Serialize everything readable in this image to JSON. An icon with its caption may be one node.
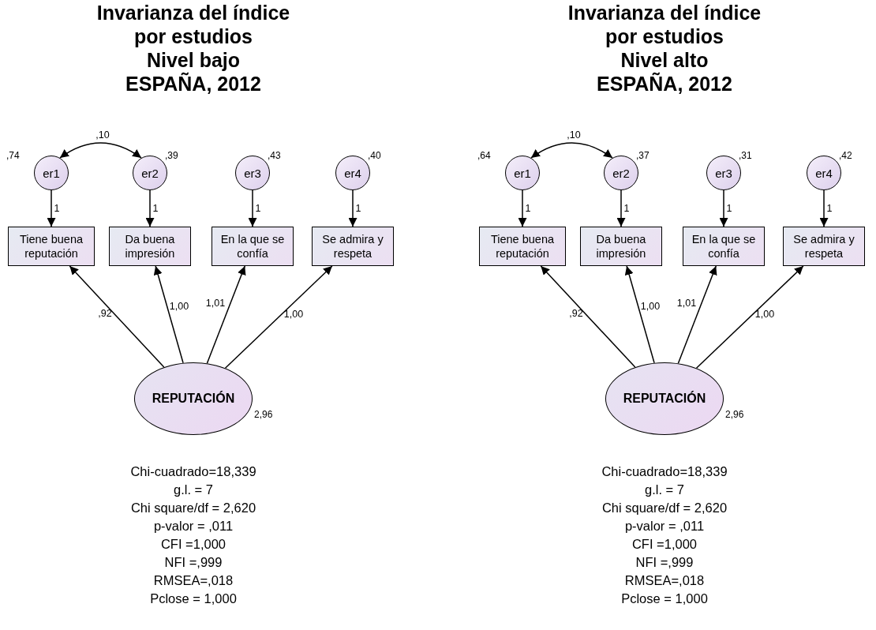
{
  "diagram": {
    "nodes": [
      {
        "text": [
          "er1"
        ],
        "beside": [
          ",74"
        ]
      },
      {
        "text": [
          "er2"
        ],
        "beside": [
          ",39"
        ]
      },
      {
        "text": [
          "er3"
        ],
        "beside": [
          ",43"
        ]
      },
      {
        "text": [
          "er4"
        ],
        "beside": [
          ",40"
        ]
      },
      {
        "text": [
          "Tiene buena reputación"
        ]
      },
      {
        "text": [
          "Da buena impresión"
        ]
      },
      {
        "text": [
          "En la que se confía"
        ]
      },
      {
        "text": [
          "Se admira y respeta"
        ]
      },
      {
        "text": [
          "REPUTACIÓN"
        ],
        "beside": [
          "2,96"
        ]
      },
      {
        "text": [
          "er1"
        ],
        "beside": [
          ",64"
        ]
      },
      {
        "text": [
          "er2"
        ],
        "beside": [
          ",37"
        ]
      },
      {
        "text": [
          "er3"
        ],
        "beside": [
          ",31"
        ]
      },
      {
        "text": [
          "er4"
        ],
        "beside": [
          ",42"
        ]
      },
      {
        "text": [
          "Tiene buena reputación"
        ]
      },
      {
        "text": [
          "Da buena impresión"
        ]
      },
      {
        "text": [
          "En la que se confía"
        ]
      },
      {
        "text": [
          "Se admira y respeta"
        ]
      },
      {
        "text": [
          "REPUTACIÓN"
        ],
        "beside": [
          "2,96"
        ]
      }
    ],
    "edges": [
      {
        "from": 0,
        "to": 1,
        "arrow": "both",
        "label": ",10"
      },
      {
        "from": 0,
        "to": 4,
        "arrow": "to",
        "label": "1"
      },
      {
        "from": 1,
        "to": 5,
        "arrow": "to",
        "label": "1"
      },
      {
        "from": 2,
        "to": 6,
        "arrow": "to",
        "label": "1"
      },
      {
        "from": 3,
        "to": 7,
        "arrow": "to",
        "label": "1"
      },
      {
        "from": 8,
        "to": 4,
        "arrow": "to",
        "label": ",92"
      },
      {
        "from": 8,
        "to": 5,
        "arrow": "to",
        "label": "1,00"
      },
      {
        "from": 8,
        "to": 6,
        "arrow": "to",
        "label": "1,01"
      },
      {
        "from": 8,
        "to": 7,
        "arrow": "to",
        "label": "1,00"
      },
      {
        "from": 9,
        "to": 10,
        "arrow": "both",
        "label": ",10"
      },
      {
        "from": 9,
        "to": 13,
        "arrow": "to",
        "label": "1"
      },
      {
        "from": 10,
        "to": 14,
        "arrow": "to",
        "label": "1"
      },
      {
        "from": 11,
        "to": 15,
        "arrow": "to",
        "label": "1"
      },
      {
        "from": 12,
        "to": 16,
        "arrow": "to",
        "label": "1"
      },
      {
        "from": 17,
        "to": 13,
        "arrow": "to",
        "label": ",92"
      },
      {
        "from": 17,
        "to": 14,
        "arrow": "to",
        "label": "1,00"
      },
      {
        "from": 17,
        "to": 15,
        "arrow": "to",
        "label": "1,01"
      },
      {
        "from": 17,
        "to": 16,
        "arrow": "to",
        "label": "1,00"
      }
    ],
    "labels": [
      "Invarianza del índice",
      "por estudios",
      "Nivel bajo",
      "ESPAÑA, 2012",
      "Chi-cuadrado=18,339",
      "g.l. = 7",
      "Chi square/df = 2,620",
      "p-valor = ,011",
      "CFI =1,000",
      "NFI =,999",
      "RMSEA=,018",
      "Pclose = 1,000",
      "Invarianza del índice",
      "por estudios",
      "Nivel alto",
      "ESPAÑA, 2012",
      "Chi-cuadrado=18,339",
      "g.l. = 7",
      "Chi square/df = 2,620",
      "p-valor = ,011",
      "CFI =1,000",
      "NFI =,999",
      "RMSEA=,018",
      "Pclose = 1,000"
    ]
  }
}
